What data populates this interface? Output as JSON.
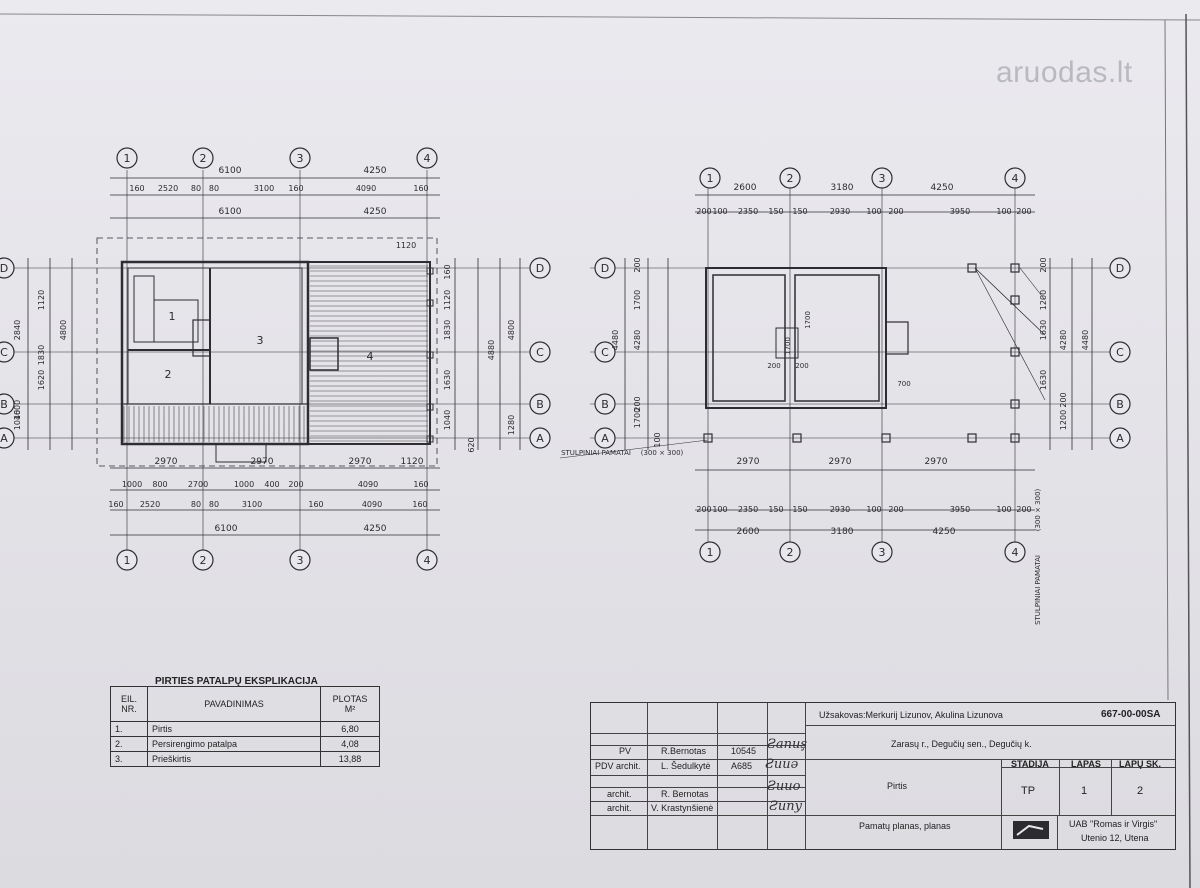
{
  "watermark": {
    "text": "aruodas",
    "tld": ".lt"
  },
  "grid_axes": {
    "numbers": [
      "1",
      "2",
      "3",
      "4"
    ],
    "letters": [
      "D",
      "C",
      "B",
      "A"
    ]
  },
  "plan_left": {
    "dims_top_1": [
      "6100",
      "4250"
    ],
    "dims_top_2": [
      "160",
      "2520",
      "80",
      "80",
      "3100",
      "160",
      "4090",
      "160"
    ],
    "dims_top_3": [
      "6100",
      "4250"
    ],
    "dims_bottom_1": [
      "2970",
      "2970",
      "2970",
      "1120"
    ],
    "dims_bottom_2": [
      "1000",
      "800",
      "2700",
      "1000",
      "400",
      "200",
      "4090",
      "160"
    ],
    "dims_bottom_3": [
      "160",
      "2520",
      "80",
      "80",
      "3100",
      "160",
      "4090",
      "160"
    ],
    "dims_bottom_4": [
      "6100",
      "4250"
    ],
    "dims_left": [
      "2840",
      "4800",
      "1040",
      "1120",
      "1830",
      "1620",
      "1600"
    ],
    "dims_right": [
      "160",
      "1120",
      "1830",
      "1630",
      "1040",
      "4800",
      "4880",
      "1280",
      "620"
    ],
    "room_numbers": [
      "1",
      "2",
      "3",
      "4"
    ],
    "overhang_dim": "1120"
  },
  "plan_right": {
    "dims_top_1": [
      "2600",
      "3180",
      "4250"
    ],
    "dims_top_2": [
      "200",
      "100",
      "2350",
      "150",
      "150",
      "2930",
      "100",
      "200",
      "3950",
      "100",
      "200"
    ],
    "dims_bottom_1": [
      "2970",
      "2970",
      "2970"
    ],
    "dims_bottom_2": [
      "200",
      "100",
      "2350",
      "150",
      "150",
      "2930",
      "100",
      "200",
      "3950",
      "100",
      "200"
    ],
    "dims_bottom_3": [
      "2600",
      "3180",
      "4250"
    ],
    "dims_left": [
      "200",
      "1700",
      "4480",
      "4280",
      "200",
      "1700",
      "100"
    ],
    "dims_right": [
      "200",
      "1200",
      "1630",
      "4280",
      "1630",
      "200",
      "1200",
      "4480"
    ],
    "inner_dims": [
      "1700",
      "1700",
      "200",
      "200",
      "700"
    ],
    "pillar_label_h": "STULPINIAI PAMATAI",
    "pillar_size_h": "(300 × 300)",
    "pillar_label_v": "STULPINIAI PAMATAI",
    "pillar_size_v": "(300 × 300)"
  },
  "explication": {
    "title": "PIRTIES PATALPŲ EKSPLIKACIJA",
    "headers": {
      "nr": "EIL. NR.",
      "name": "PAVADINIMAS",
      "area": "PLOTAS",
      "unit": "M²"
    },
    "rows": [
      {
        "nr": "1.",
        "name": "Pirtis",
        "area": "6,80"
      },
      {
        "nr": "2.",
        "name": "Persirengimo patalpa",
        "area": "4,08"
      },
      {
        "nr": "3.",
        "name": "Prieškirtis",
        "area": "13,88"
      }
    ]
  },
  "title_block": {
    "client": "Užsakovas:Merkurij Lizunov, Akulina Lizunova",
    "code": "667-00-00SA",
    "location": "Zarasų r., Degučių sen., Degučių k.",
    "roles": [
      {
        "role": "PV",
        "name": "R.Bernotas",
        "num": "10545"
      },
      {
        "role": "PDV archit.",
        "name": "L. Šedulkytė",
        "num": "A685"
      },
      {
        "role": "archit.",
        "name": "R. Bernotas",
        "num": ""
      },
      {
        "role": "archit.",
        "name": "V. Krastynšienė",
        "num": ""
      }
    ],
    "object": "Pirtis",
    "stage_label": "STADIJA",
    "sheet_label": "LAPAS",
    "sheets_label": "LAPŲ SK.",
    "stage": "TP",
    "sheet": "1",
    "sheets": "2",
    "drawing_name": "Pamatų planas, planas",
    "company": "UAB \"Romas ir Virgis\"",
    "address": "Utenio 12, Utena"
  }
}
